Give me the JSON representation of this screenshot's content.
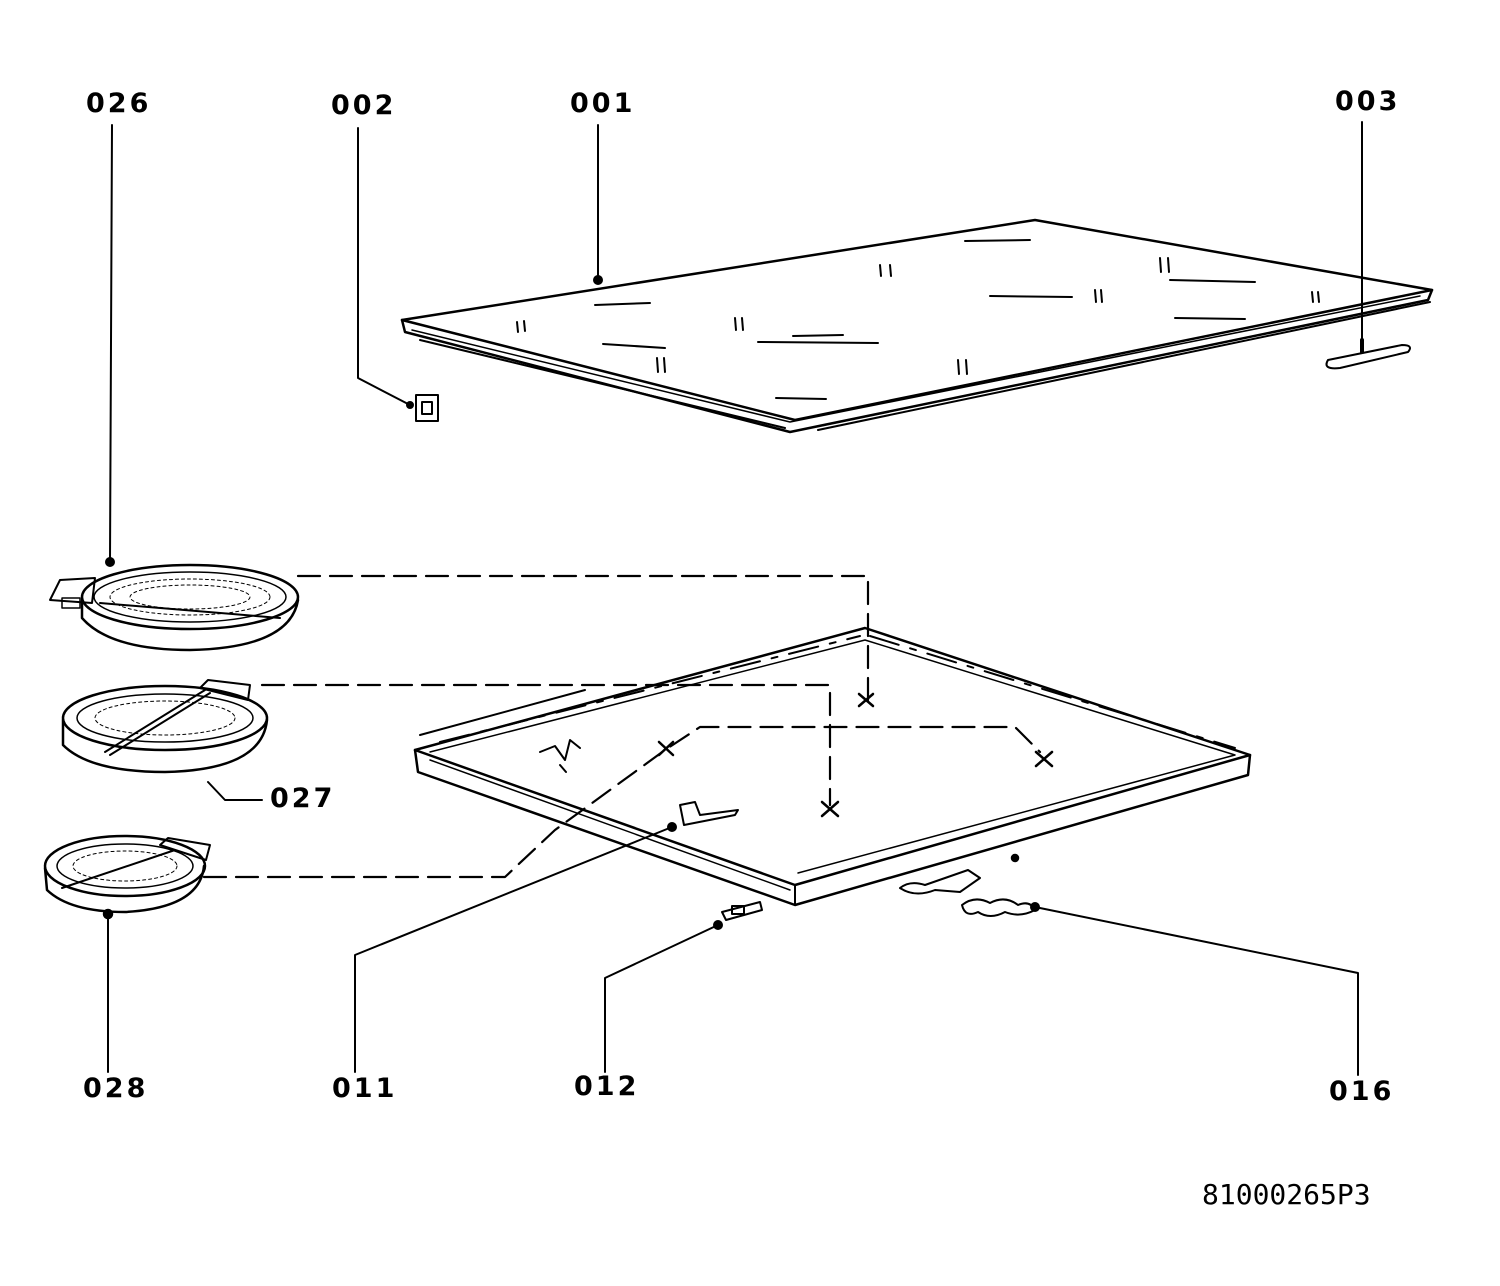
{
  "labels": {
    "p026": "026",
    "p002": "002",
    "p001": "001",
    "p003": "003",
    "p027": "027",
    "p028": "028",
    "p011": "011",
    "p012": "012",
    "p016": "016"
  },
  "drawing_number": "81000265P3",
  "colors": {
    "ink": "#000000",
    "paper": "#ffffff"
  }
}
